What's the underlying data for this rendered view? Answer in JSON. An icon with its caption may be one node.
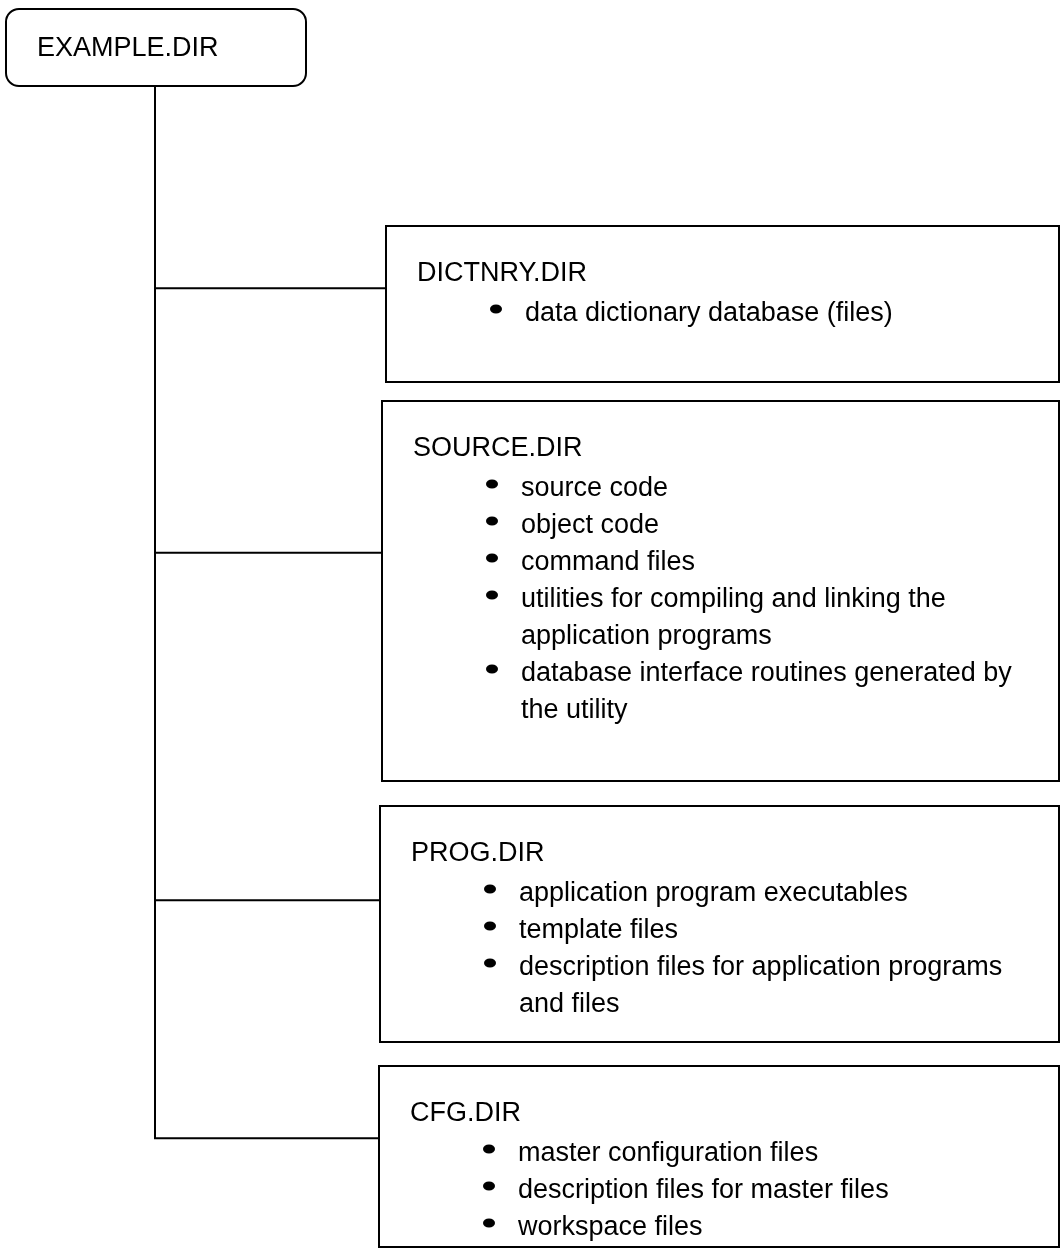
{
  "diagram": {
    "nodes": [
      {
        "text": [
          "EXAMPLE.DIR"
        ]
      },
      {
        "text": [
          "DICTNRY.DIR",
          "data dictionary database (files)"
        ]
      },
      {
        "text": [
          "SOURCE.DIR",
          "source code",
          "object code",
          "command files",
          "utilities for compiling and linking the application programs",
          "database interface routines generated by the utility"
        ]
      },
      {
        "text": [
          "PROG.DIR",
          "application program executables",
          "template files",
          "description files for application programs and files"
        ]
      },
      {
        "text": [
          "CFG.DIR",
          "master configuration files",
          "description files for master files",
          "workspace files"
        ]
      }
    ],
    "edges": [
      {
        "from": 0,
        "to": 1,
        "arrow": "none"
      },
      {
        "from": 0,
        "to": 2,
        "arrow": "none"
      },
      {
        "from": 0,
        "to": 3,
        "arrow": "none"
      },
      {
        "from": 0,
        "to": 4,
        "arrow": "none"
      }
    ]
  }
}
